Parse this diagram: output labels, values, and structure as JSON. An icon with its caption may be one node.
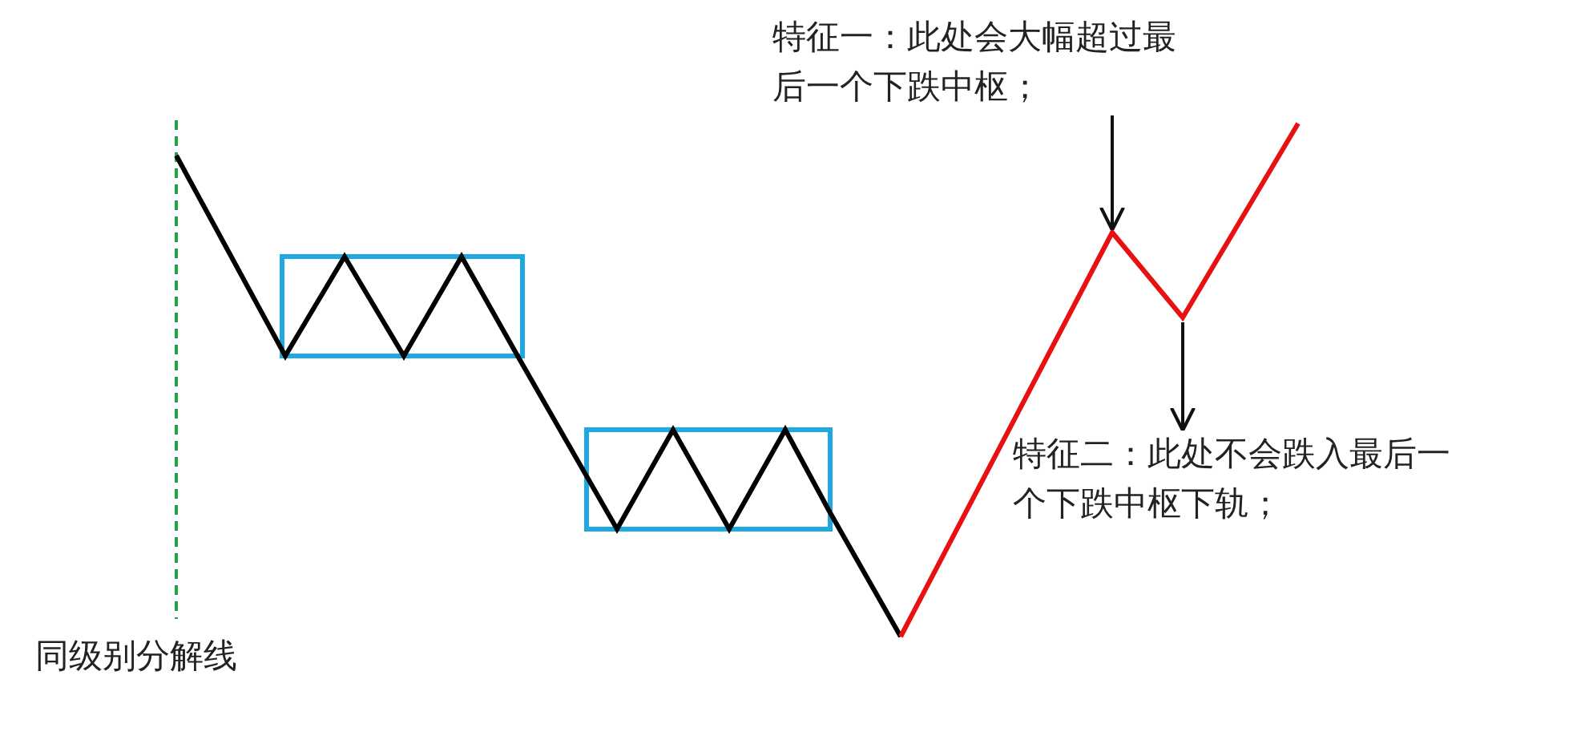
{
  "diagram": {
    "nodes": [
      {
        "text": [
          "特征一：此处会大幅超过最后一个下跌中枢；"
        ]
      },
      {
        "text": [
          "特征二：此处不会跌入最后一个下跌中枢下轨；"
        ]
      },
      {
        "text": [],
        "shape": "line"
      }
    ],
    "edges": [
      {
        "from": 0,
        "to": 2,
        "arrow": "to"
      },
      {
        "from": 2,
        "to": 1,
        "arrow": "to"
      }
    ],
    "labels": [
      "同级别分解线"
    ]
  }
}
